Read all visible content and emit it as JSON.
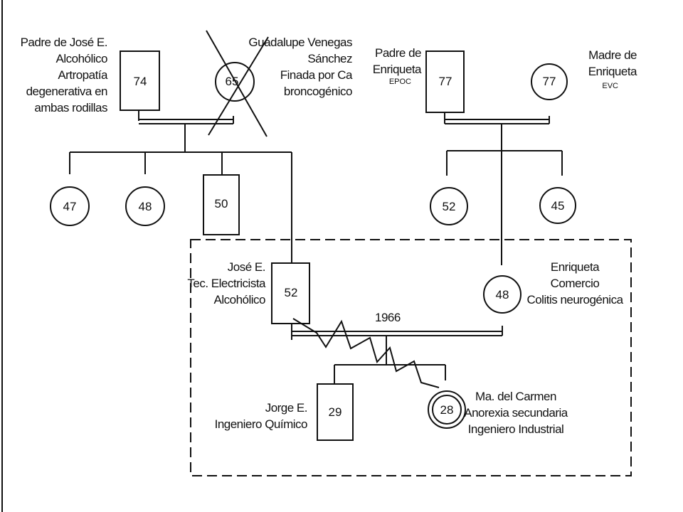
{
  "nodes": {
    "father_jose": "74",
    "mother_jose": "65",
    "sib1": "47",
    "sib2": "48",
    "sib3": "50",
    "father_enriqueta": "77",
    "mother_enriqueta": "77",
    "sib_e1": "52",
    "sib_e2": "45",
    "jose": "52",
    "enriqueta": "48",
    "jorge": "29",
    "carmen": "28"
  },
  "labels": {
    "father_jose": [
      "Padre de José E.",
      "Alcohólico",
      "Artropatía",
      "degenerativa en",
      "ambas rodillas"
    ],
    "mother_jose": [
      "Guadalupe Venegas",
      "Sánchez",
      "Finada por Ca",
      "broncogénico"
    ],
    "father_enriqueta": [
      "Padre de",
      "Enriqueta"
    ],
    "father_enriqueta_note": "EPOC",
    "mother_enriqueta": [
      "Madre de",
      "Enriqueta"
    ],
    "mother_enriqueta_note": "EVC",
    "jose": [
      "José E.",
      "Tec. Electricista",
      "Alcohólico"
    ],
    "enriqueta": [
      "Enriqueta",
      "Comercio",
      "Colitis neurogénica"
    ],
    "jorge": [
      "Jorge E.",
      "Ingeniero Químico"
    ],
    "carmen": [
      "Ma. del Carmen",
      "Anorexia secundaria",
      "Ingeniero Industrial"
    ]
  },
  "marriage_year": "1966",
  "colors": {
    "ink": "#111111",
    "background": "#ffffff"
  }
}
